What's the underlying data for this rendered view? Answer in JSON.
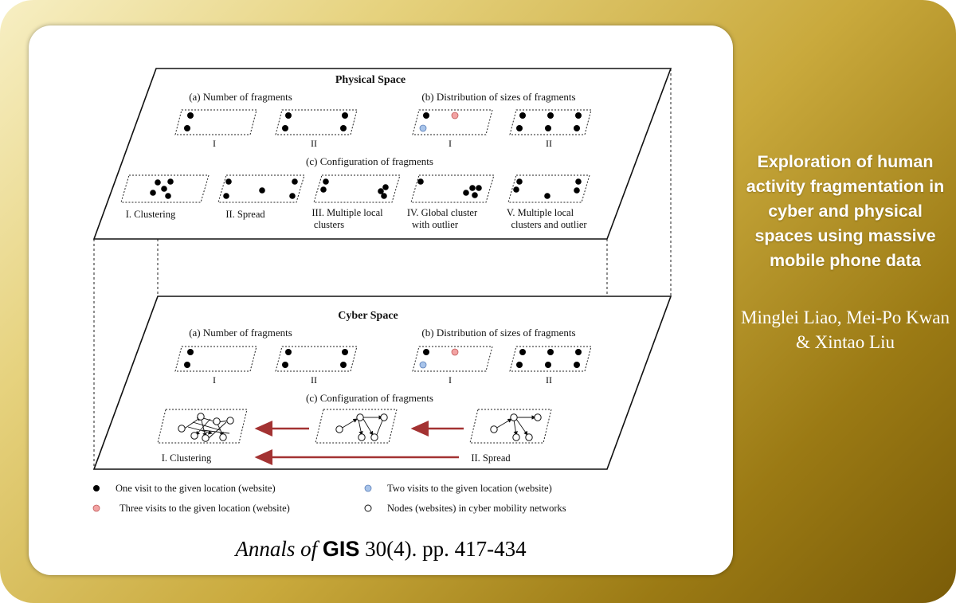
{
  "figure": {
    "physical": {
      "title": "Physical Space",
      "number_title": "(a) Number of fragments",
      "distribution_title": "(b) Distribution of sizes of fragments",
      "configuration_title": "(c) Configuration of fragments",
      "roman_I": "I",
      "roman_II": "II",
      "configs": [
        {
          "lines": [
            "I. Clustering"
          ]
        },
        {
          "lines": [
            "II. Spread"
          ]
        },
        {
          "lines": [
            "III. Multiple local",
            "clusters"
          ]
        },
        {
          "lines": [
            "IV. Global cluster",
            "with outlier"
          ]
        },
        {
          "lines": [
            "V. Multiple local",
            "clusters and outlier"
          ]
        }
      ]
    },
    "cyber": {
      "title": "Cyber Space",
      "number_title": "(a) Number of fragments",
      "distribution_title": "(b) Distribution of sizes of fragments",
      "configuration_title": "(c) Configuration of fragments",
      "roman_I": "I",
      "roman_II": "II",
      "clustering_label": "I. Clustering",
      "spread_label": "II. Spread"
    },
    "legend": [
      {
        "marker": "black-dot",
        "text": "One visit to the given location (website)"
      },
      {
        "marker": "blue-dot",
        "text": "Two visits to the given location (website)"
      },
      {
        "marker": "pink-dot",
        "text": "Three visits to the given location (website)"
      },
      {
        "marker": "hollow-dot",
        "text": "Nodes (websites) in cyber mobility networks"
      }
    ],
    "colors": {
      "blue": "#a8c4ea",
      "pink": "#f2a3a3",
      "arrow": "#a33232"
    }
  },
  "citation": {
    "journal_italic": "Annals of",
    "journal_bold": "GIS",
    "details": "30(4). pp. 417-434"
  },
  "paper": {
    "title": "Exploration of human activity fragmentation in cyber and physical spaces using massive mobile phone data",
    "authors": "Minglei Liao, Mei-Po Kwan & Xintao Liu"
  }
}
